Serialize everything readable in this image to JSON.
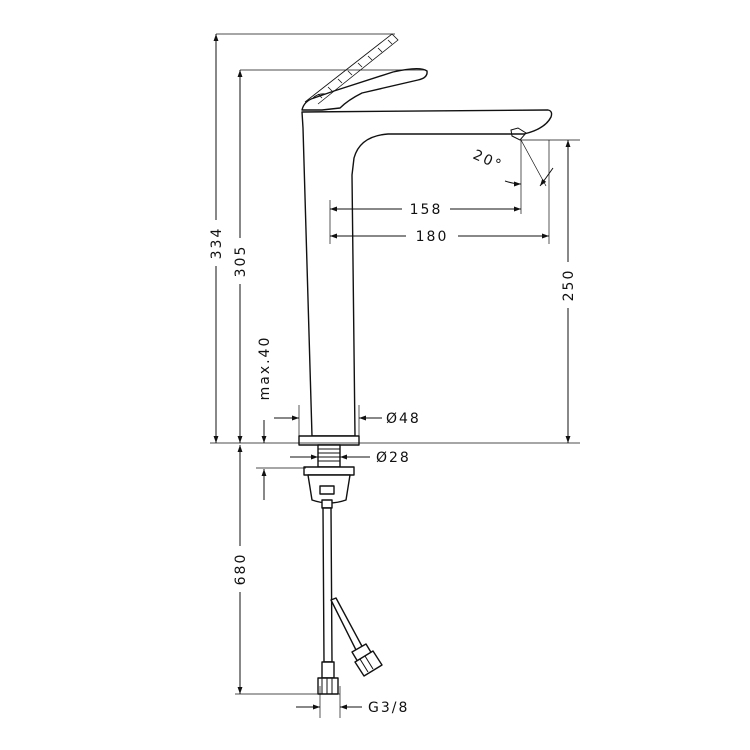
{
  "drawing": {
    "dimensions": {
      "total_height": "334",
      "spout_height": "305",
      "spout_outlet_height": "250",
      "projection_outlet": "158",
      "projection_total": "180",
      "spray_angle": "20°",
      "max_countertop": "max.40",
      "base_diameter": "Ø48",
      "shank_diameter": "Ø28",
      "hose_length": "680",
      "connection_thread": "G3/8"
    }
  }
}
